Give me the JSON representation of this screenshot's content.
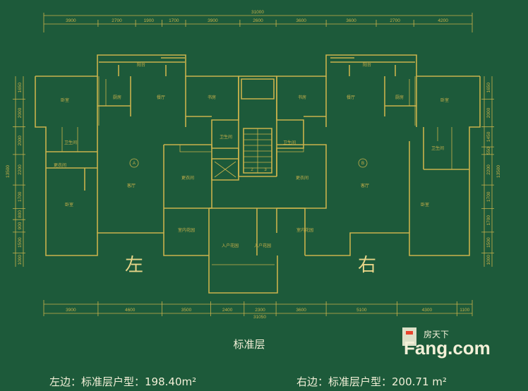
{
  "plan": {
    "total_top": "31000",
    "total_bottom": "31050",
    "top_dims": [
      "3900",
      "2700",
      "1900",
      "1700",
      "3900",
      "2600",
      "3600",
      "3600",
      "2700",
      "4200"
    ],
    "bottom_dims": [
      "3900",
      "4600",
      "3500",
      "2400",
      "2300",
      "3600",
      "5100",
      "4300",
      "1100"
    ],
    "left_dims": [
      "1650",
      "2000",
      "2000",
      "2200",
      "1700",
      "800",
      "900",
      "1500",
      "1000"
    ],
    "left_total": "13500",
    "right_dims": [
      "1650",
      "2000",
      "1450",
      "550",
      "2200",
      "1700",
      "1700",
      "1500",
      "1000"
    ],
    "right_total": "13500",
    "left_unit_mark": "A",
    "right_unit_mark": "B",
    "left_side_label": "左",
    "right_side_label": "右",
    "stair_numbers": [
      "2",
      "3"
    ],
    "rooms_left": {
      "balcony": "阳台",
      "bedroom_top": "卧室",
      "kitchen": "厨房",
      "dining": "餐厅",
      "study": "书房",
      "bath_left": "卫生间",
      "bath_center": "卫生间",
      "cloak_left": "更衣间",
      "bedroom_main": "卧室",
      "living": "客厅",
      "dressing": "更衣间",
      "garden": "室内花园",
      "entry_garden": "入户花园"
    },
    "rooms_right": {
      "balcony": "阳台",
      "study": "书房",
      "dining": "餐厅",
      "kitchen": "厨房",
      "bedroom_top": "卧室",
      "bath_center": "卫生间",
      "bath_right": "卫生间",
      "dressing": "更衣间",
      "living": "客厅",
      "bedroom_main": "卧室",
      "garden": "室内花园",
      "entry_garden": "入户花园"
    }
  },
  "title": "标准层",
  "left_caption": "左边：标准层户型：198.40m²",
  "right_caption": "右边：标准层户型：200.71 m²",
  "watermark": {
    "brand_cn": "房天下",
    "brand_en": "Fang.com"
  },
  "colors": {
    "background": "#1d5a3a",
    "lines": "#c9b24c",
    "text": "#f3f0d8",
    "logo": "#e8452e"
  }
}
